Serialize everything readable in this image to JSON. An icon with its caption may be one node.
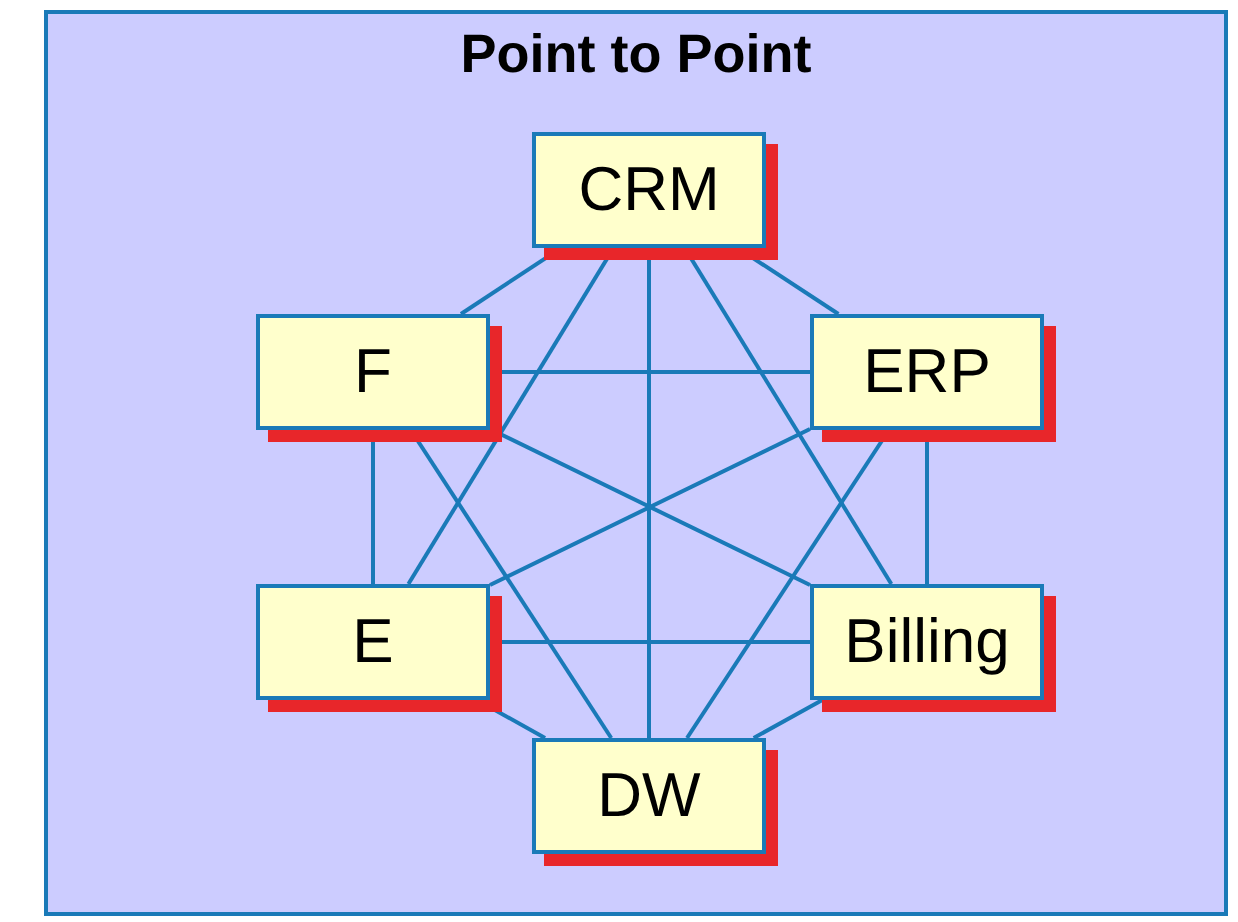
{
  "diagram": {
    "title": "Point to Point",
    "nodes": [
      {
        "text": [
          "CRM"
        ]
      },
      {
        "text": [
          "F"
        ]
      },
      {
        "text": [
          "ERP"
        ]
      },
      {
        "text": [
          "E"
        ]
      },
      {
        "text": [
          "Billing"
        ]
      },
      {
        "text": [
          "DW"
        ]
      }
    ],
    "edges": [
      {
        "from": 0,
        "to": 1,
        "arrow": "none"
      },
      {
        "from": 0,
        "to": 2,
        "arrow": "none"
      },
      {
        "from": 0,
        "to": 3,
        "arrow": "none"
      },
      {
        "from": 0,
        "to": 4,
        "arrow": "none"
      },
      {
        "from": 0,
        "to": 5,
        "arrow": "none"
      },
      {
        "from": 1,
        "to": 2,
        "arrow": "none"
      },
      {
        "from": 1,
        "to": 3,
        "arrow": "none"
      },
      {
        "from": 1,
        "to": 4,
        "arrow": "none"
      },
      {
        "from": 1,
        "to": 5,
        "arrow": "none"
      },
      {
        "from": 2,
        "to": 3,
        "arrow": "none"
      },
      {
        "from": 2,
        "to": 4,
        "arrow": "none"
      },
      {
        "from": 2,
        "to": 5,
        "arrow": "none"
      },
      {
        "from": 3,
        "to": 4,
        "arrow": "none"
      },
      {
        "from": 3,
        "to": 5,
        "arrow": "none"
      },
      {
        "from": 4,
        "to": 5,
        "arrow": "none"
      }
    ]
  }
}
